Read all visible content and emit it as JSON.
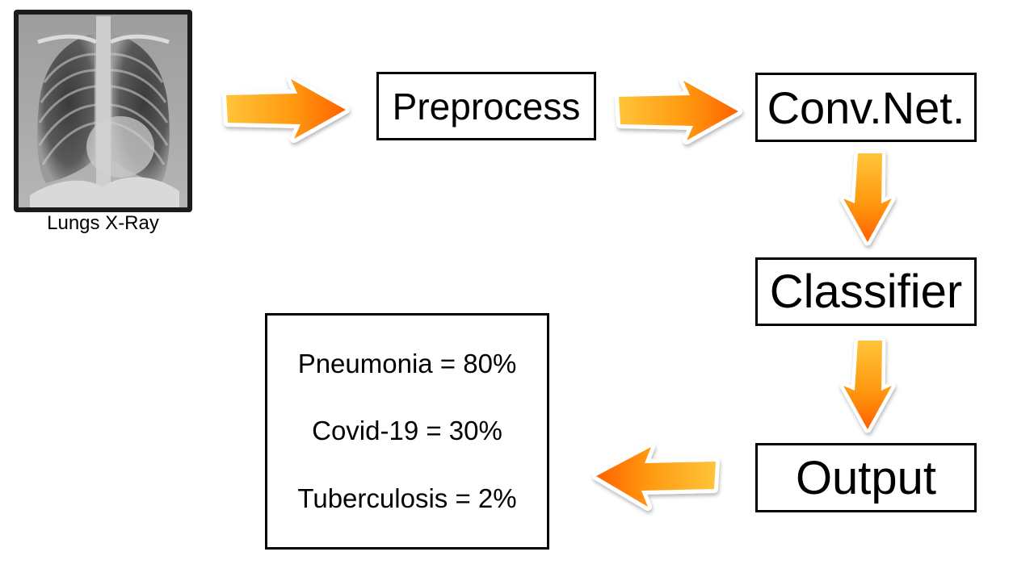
{
  "input": {
    "image_icon": "chest-xray-image",
    "caption": "Lungs X-Ray"
  },
  "pipeline": {
    "preprocess": "Preprocess",
    "convnet": "Conv.Net.",
    "classifier": "Classifier",
    "output": "Output"
  },
  "results": [
    "Pneumonia = 80%",
    "Covid-19 = 30%",
    "Tuberculosis = 2%"
  ],
  "colors": {
    "arrow_light": "#ffb020",
    "arrow_dark": "#ff6a00",
    "box_border": "#000000"
  }
}
